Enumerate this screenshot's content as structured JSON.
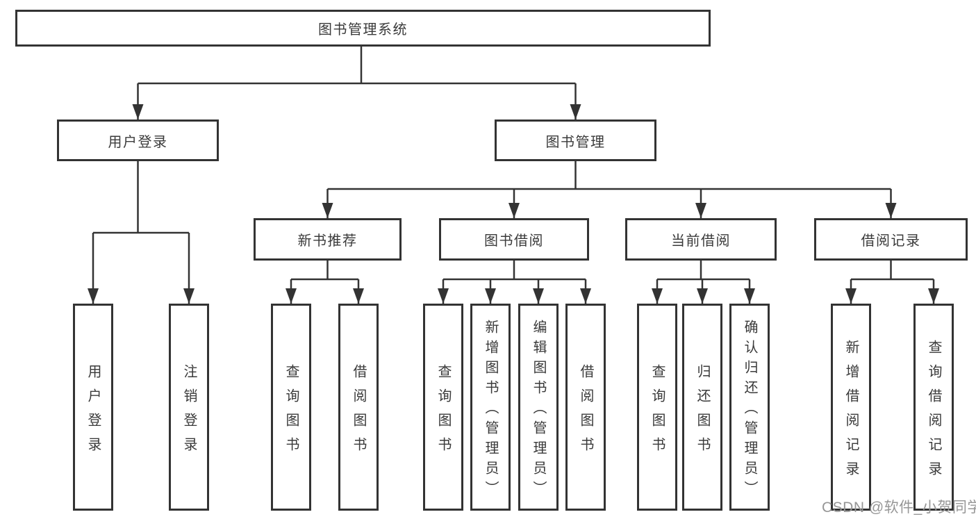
{
  "hierarchy": {
    "label": "图书管理系统",
    "children": [
      {
        "label": "用户登录",
        "children": [
          {
            "label": "用户登录"
          },
          {
            "label": "注销登录"
          }
        ]
      },
      {
        "label": "图书管理",
        "children": [
          {
            "label": "新书推荐",
            "children": [
              {
                "label": "查询图书"
              },
              {
                "label": "借阅图书"
              }
            ]
          },
          {
            "label": "图书借阅",
            "children": [
              {
                "label": "查询图书"
              },
              {
                "label": "新增图书（管理员）"
              },
              {
                "label": "编辑图书（管理员）"
              },
              {
                "label": "借阅图书"
              }
            ]
          },
          {
            "label": "当前借阅",
            "children": [
              {
                "label": "查询图书"
              },
              {
                "label": "归还图书"
              },
              {
                "label": "确认归还（管理员）"
              }
            ]
          },
          {
            "label": "借阅记录",
            "children": [
              {
                "label": "新增借阅记录"
              },
              {
                "label": "查询借阅记录"
              }
            ]
          }
        ]
      }
    ]
  },
  "watermark": "CSDN @软件_小贺同学",
  "colors": {
    "background": "#ffffff",
    "box_border": "#333333",
    "box_fill": "#ffffff",
    "connector": "#333333",
    "text": "#3a3a3a",
    "watermark": "#969696"
  }
}
